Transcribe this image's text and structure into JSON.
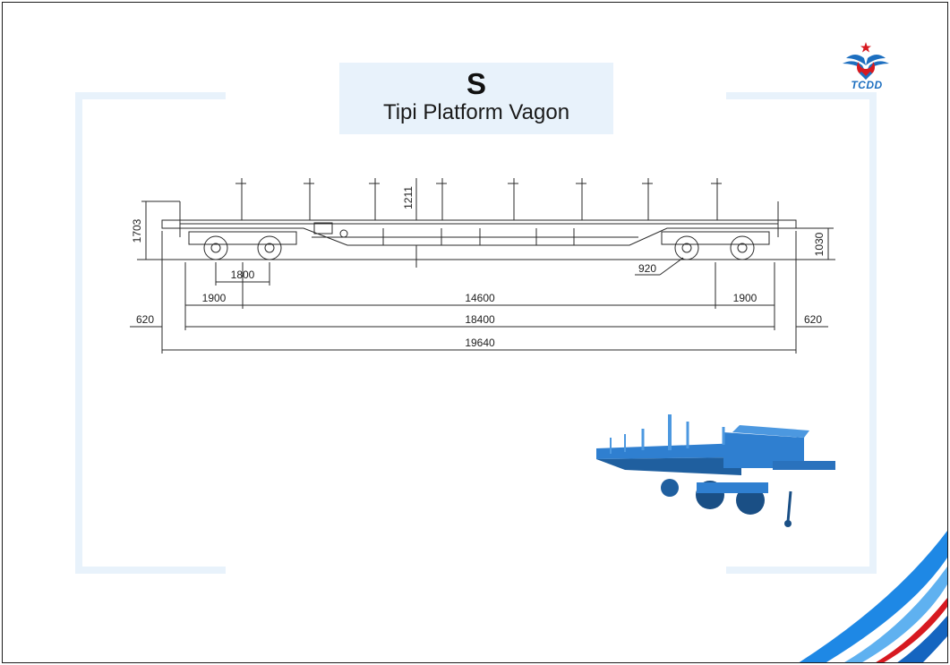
{
  "title": {
    "letter": "S",
    "subtitle": "Tipi Platform Vagon"
  },
  "logo": {
    "text": "TCDD",
    "icon": "tcdd-winged-star-icon",
    "color": "#1d6fc0",
    "accent": "#d71920"
  },
  "drawing": {
    "dimensions": {
      "height_total": "1703",
      "stake_height": "1211",
      "deck_height": "1030",
      "bogie_wheelbase": "1800",
      "wheel_diameter": "920",
      "bogie_offset_left": "1900",
      "bogie_centers": "14600",
      "bogie_offset_right": "1900",
      "overhang_left": "620",
      "length_over_headstocks": "18400",
      "overhang_right": "620",
      "length_over_buffers": "19640"
    },
    "line_color": "#2a2a2a"
  },
  "photo": {
    "icon": "wagon-photo-icon",
    "body_color": "#2f7fd0"
  },
  "colors": {
    "bracket": "#e8f2fb",
    "stripe_blue": "#1e88e5",
    "stripe_red": "#d71920"
  }
}
